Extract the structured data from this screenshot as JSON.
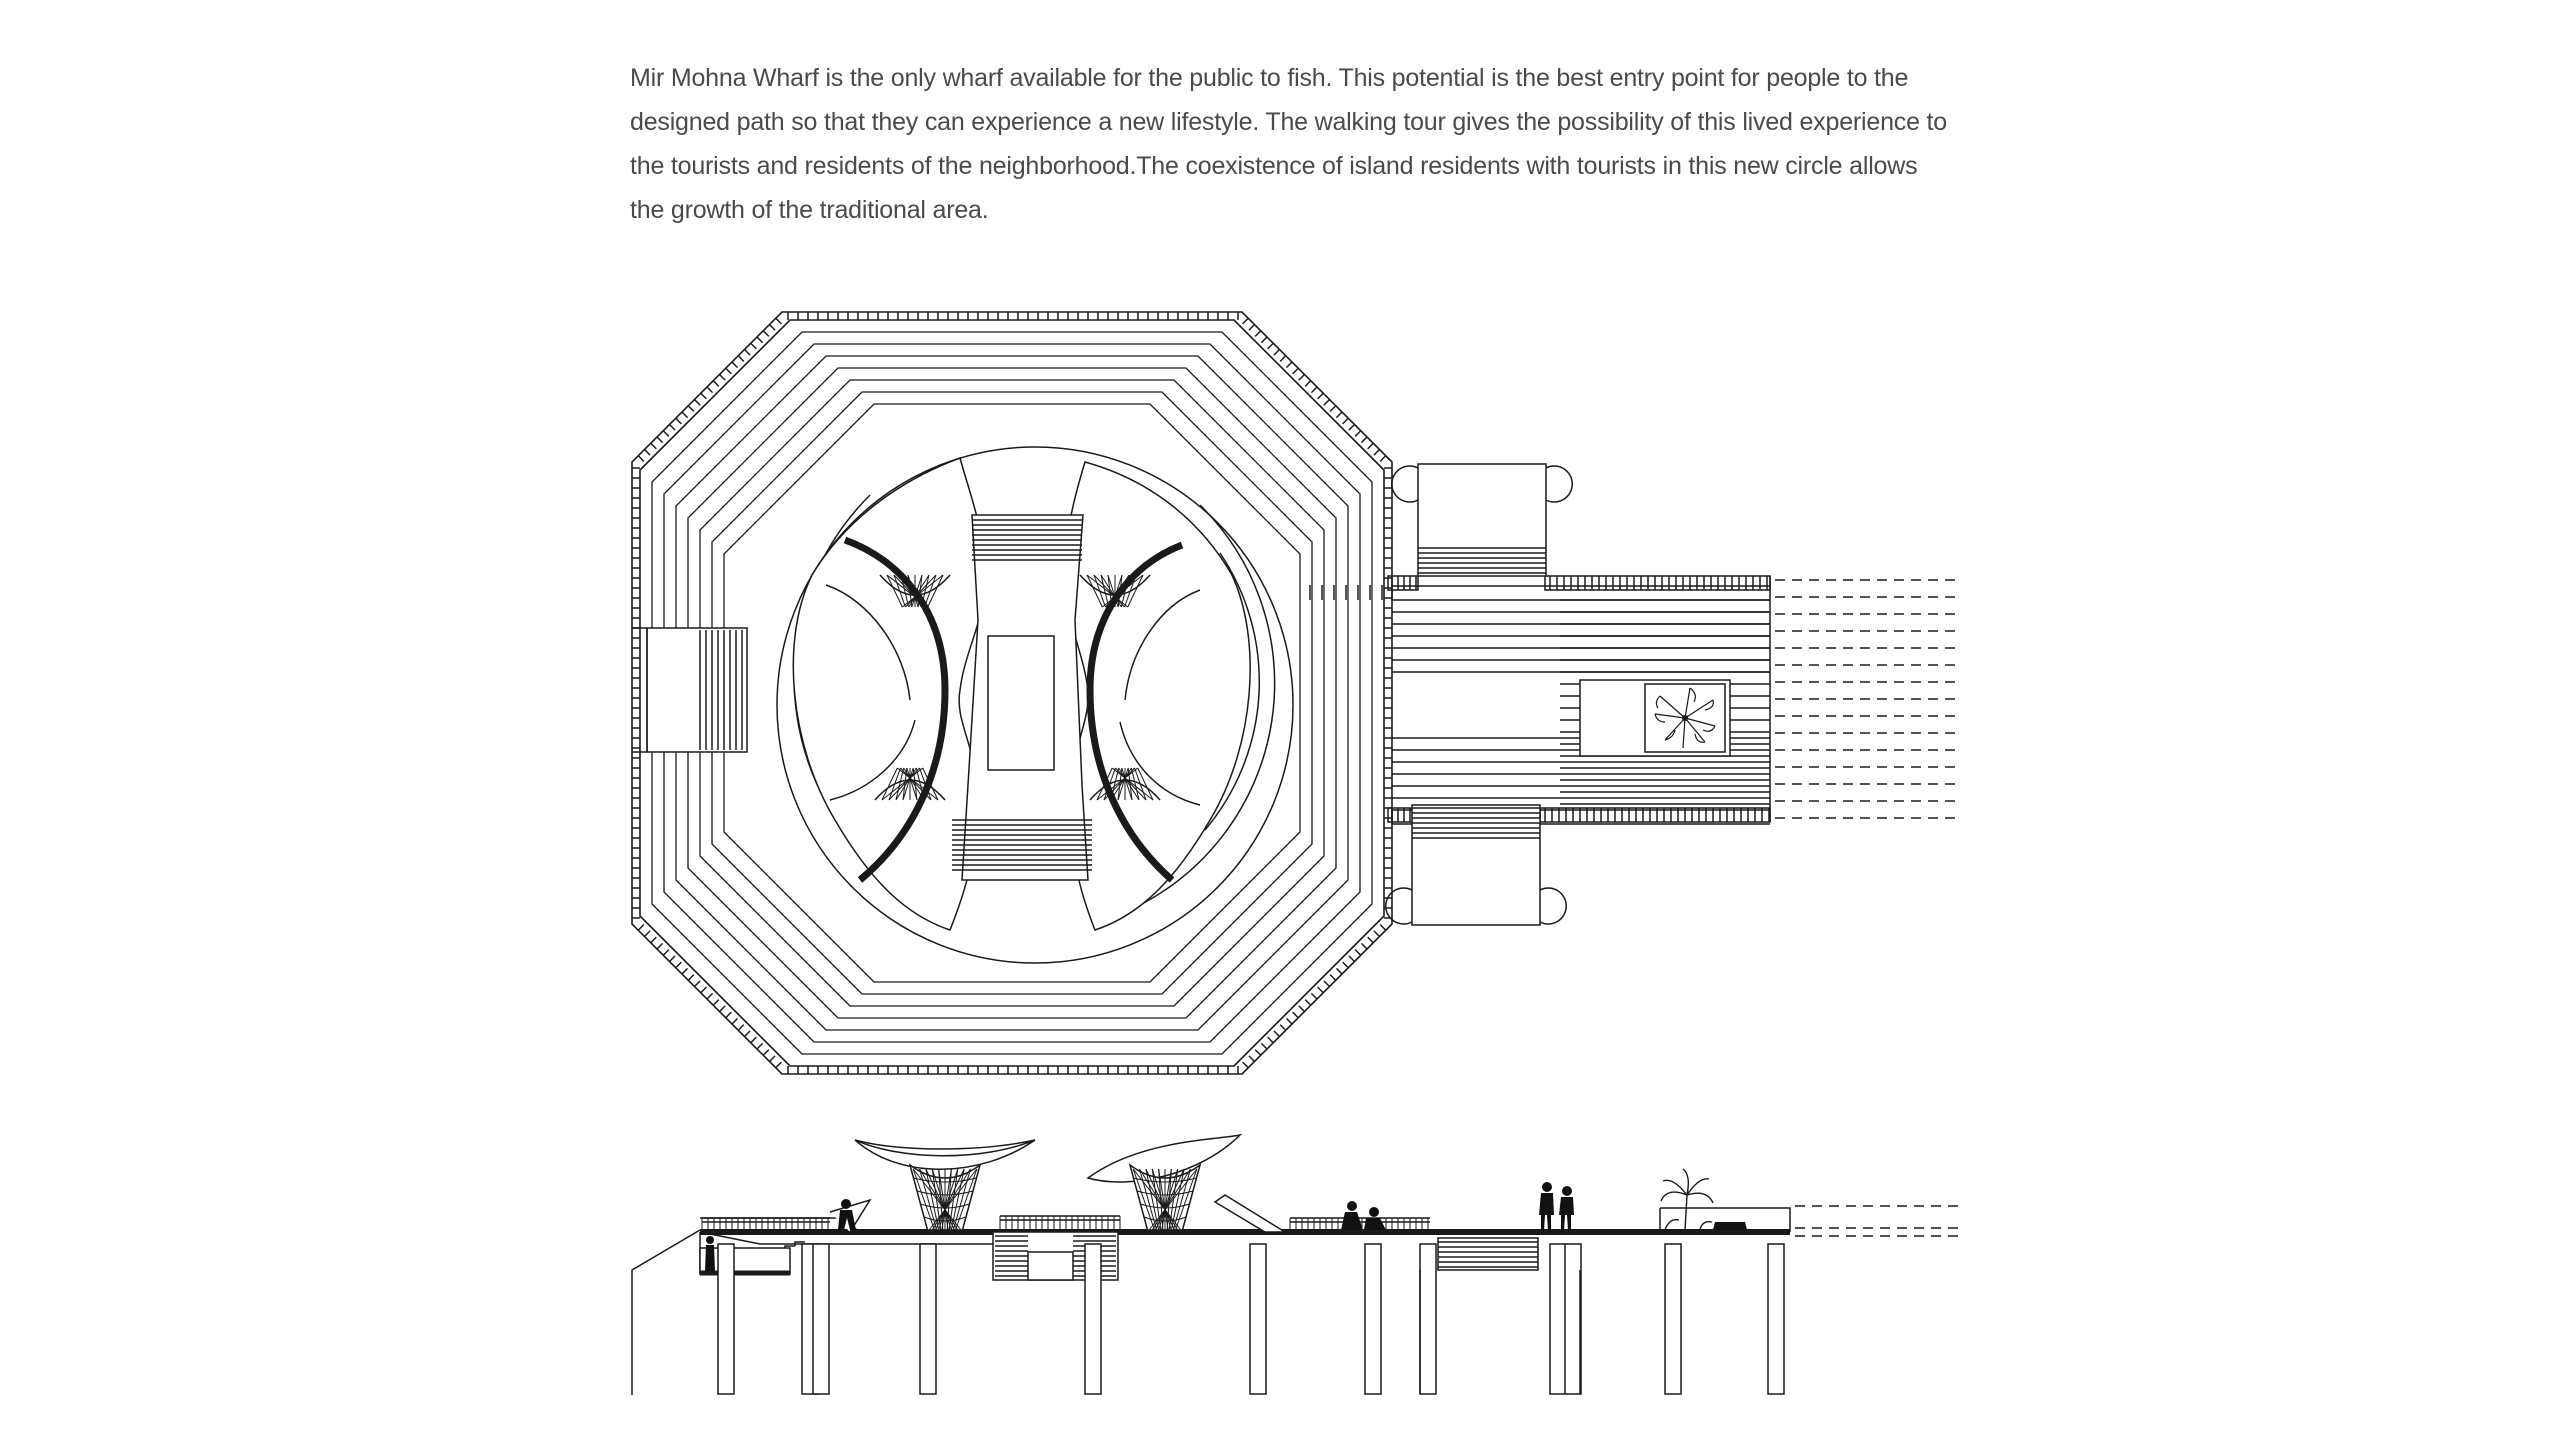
{
  "description": {
    "lines": [
      "Mir Mohna Wharf is the only wharf available for the public to fish. This potential is the best entry point for people to the",
      "designed path so that they can experience a new lifestyle. The walking tour gives the possibility of this lived experience to",
      "the tourists and residents of the neighborhood.The coexistence of island residents with tourists in this new circle allows",
      "the growth of the traditional area."
    ]
  },
  "drawings": {
    "stroke_color": "#1a1a1a"
  }
}
